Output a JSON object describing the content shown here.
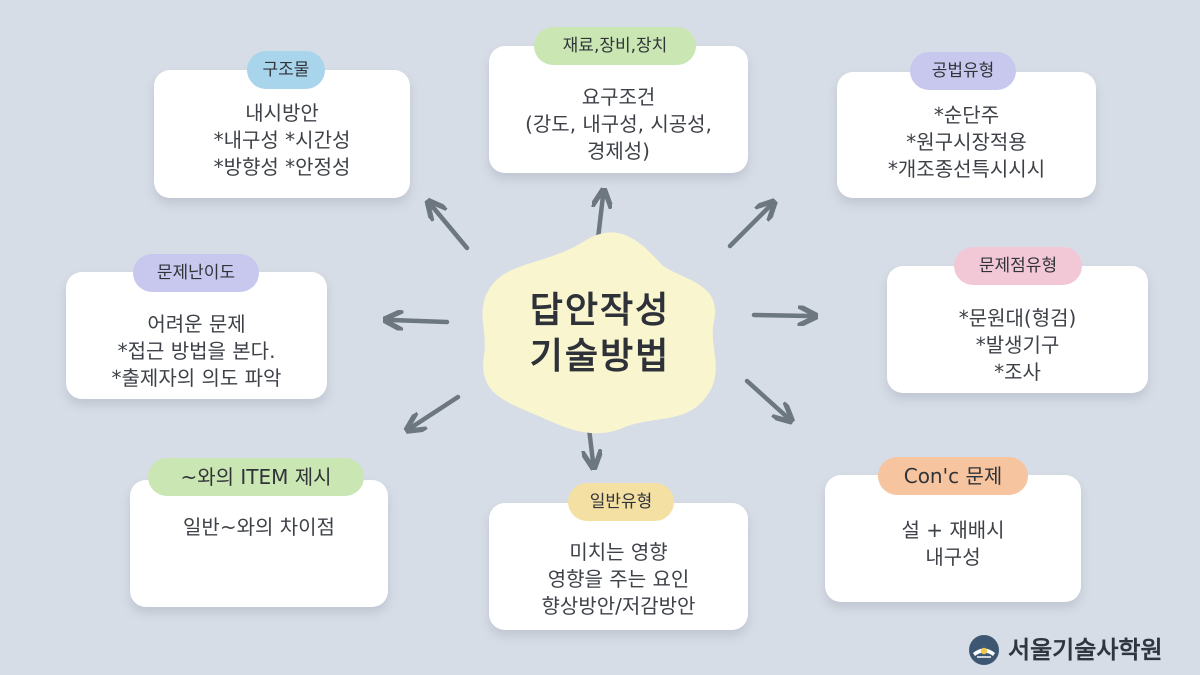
{
  "center": {
    "title": "답안작성\n기술방법",
    "blob_color": "#f9f6cf"
  },
  "colors": {
    "background": "#d7dde6",
    "arrow": "#6d7780",
    "card": "#ffffff"
  },
  "cards": {
    "structure": {
      "tag": "구조물",
      "tag_color": "#a8d4ec",
      "body": "내시방안\n*내구성   *시간성\n*방향성   *안정성"
    },
    "materials": {
      "tag": "재료,장비,장치",
      "tag_color": "#c9e6b3",
      "body": "요구조건\n(강도, 내구성, 시공성,\n경제성)"
    },
    "method": {
      "tag": "공법유형",
      "tag_color": "#c8c8ef",
      "body": "*순단주\n*원구시장적용\n*개조종선특시시시"
    },
    "difficulty": {
      "tag": "문제난이도",
      "tag_color": "#c8c8ef",
      "body": "어려운 문제\n*접근 방법을 본다.\n*출제자의 의도 파악"
    },
    "problem_type": {
      "tag": "문제점유형",
      "tag_color": "#f3c8d6",
      "body": "*문원대(형검)\n*발생기구\n*조사"
    },
    "item": {
      "tag": "~와의 ITEM 제시",
      "tag_color": "#c9e6b3",
      "body": "일반~와의 차이점"
    },
    "general": {
      "tag": "일반유형",
      "tag_color": "#f4e0a3",
      "body": "미치는 영향\n영향을 주는 요인\n향상방안/저감방안"
    },
    "conc": {
      "tag": "Con'c 문제",
      "tag_color": "#f6c49f",
      "body": "설 + 재배시\n내구성"
    }
  },
  "logo": {
    "text": "서울기술사학원",
    "icon": "academy-emblem-icon"
  }
}
